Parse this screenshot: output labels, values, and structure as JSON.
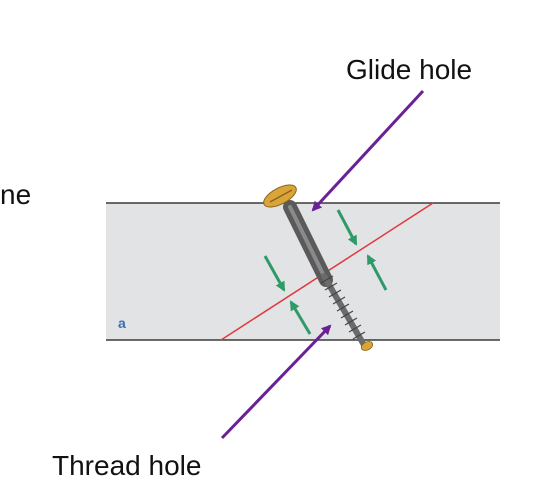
{
  "labels": {
    "glide_hole": "Glide hole",
    "thread_hole": "Thread hole",
    "cut_text": "ne",
    "panel_letter": "a"
  },
  "colors": {
    "bone_fill": "#e2e3e5",
    "bone_edge": "#3a3a3a",
    "fracture_line": "#e0393e",
    "compression_arrows": "#2f9a68",
    "pointer_arrows": "#6a2196",
    "screw_body": "#5a5a5a",
    "screw_head": "#d9a53a",
    "panel_letter": "#3a6fb0"
  },
  "icons": {
    "screw": "lag-screw-icon",
    "arrow": "compression-arrow-icon"
  }
}
